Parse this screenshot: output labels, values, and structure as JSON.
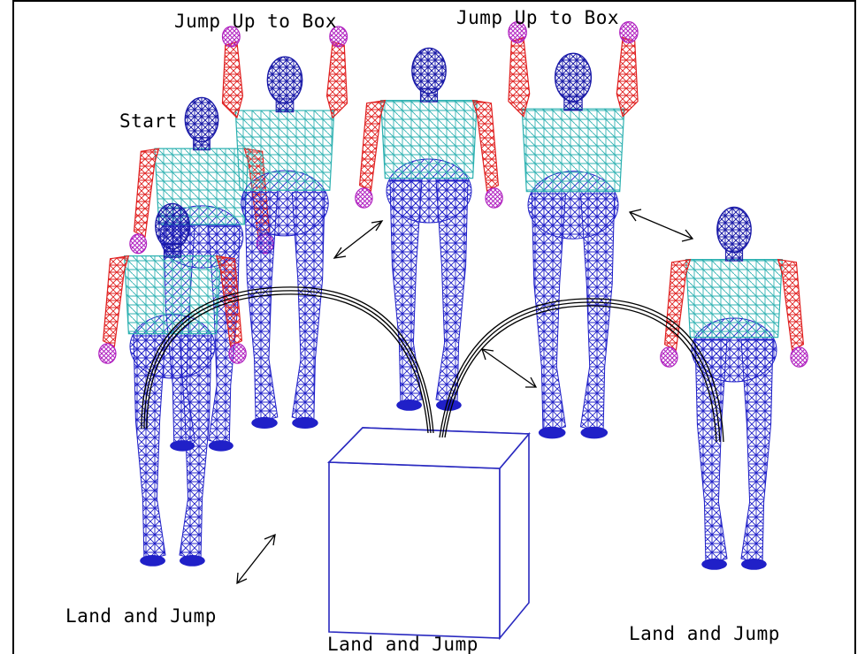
{
  "labels": {
    "start": "Start",
    "jump_up_left": "Jump Up to Box",
    "jump_up_right": "Jump Up to Box",
    "land_left": "Land and Jump",
    "land_center": "Land and Jump",
    "land_right": "Land and Jump"
  },
  "colors": {
    "head": "#1a1aa8",
    "torso": "#2bb0b0",
    "arm": "#e02020",
    "hand": "#b020c0",
    "legs": "#2020c8",
    "box": "#2a2ac0",
    "arc": "#000000",
    "arrow": "#000000"
  }
}
